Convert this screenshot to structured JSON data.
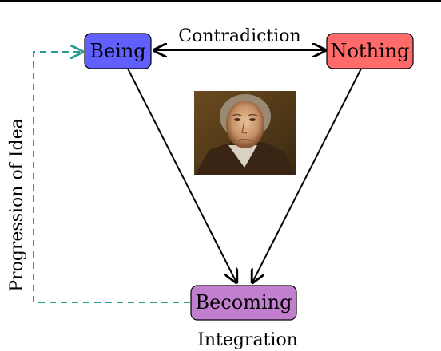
{
  "nodes": {
    "being": {
      "label": "Being",
      "color": "#6060ff"
    },
    "nothing": {
      "label": "Nothing",
      "color": "#ff6b6b"
    },
    "becoming": {
      "label": "Becoming",
      "color": "#c27fcf"
    }
  },
  "edges": {
    "contradiction": {
      "label": "Contradiction"
    },
    "integration": {
      "label": "Integration"
    },
    "progression": {
      "label": "Progression of Idea",
      "color": "#2a9d8f"
    }
  },
  "portrait": {
    "icon": "hegel-portrait-icon"
  }
}
